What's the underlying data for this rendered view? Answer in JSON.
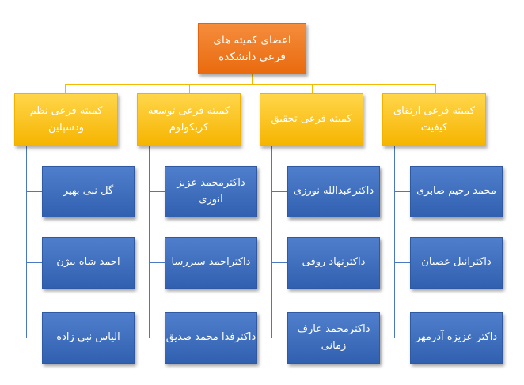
{
  "root": {
    "title": "اعضای کمیته های فرعی دانشکده"
  },
  "committees": [
    {
      "title": "کمیته فرعی نظم ودسپلین",
      "members": [
        "گل نبی بهیر",
        "احمد شاه بیژن",
        "الیاس نبی زاده"
      ]
    },
    {
      "title": "کمیته فرعی توسعه کریکولوم",
      "members": [
        "داکترمحمد عزیز انوری",
        "داکتراحمد سیررسا",
        "داکترفدا محمد صدیق"
      ]
    },
    {
      "title": "کمیته فرعی تحقیق",
      "members": [
        "داکترعبدالله نورزی",
        "داکترنهاد روفی",
        "داکترمحمد عارف زمانی"
      ]
    },
    {
      "title": "کمیته فرعی ارتقای کیفیت",
      "members": [
        "محمد رحیم صابری",
        "داکترانیل عصیان",
        "داکتر عزیزه آذرمهر"
      ]
    }
  ],
  "colors": {
    "root": "#ED7D31",
    "committee": "#FFC000",
    "member": "#4472C4",
    "text": "#FFFFFF"
  }
}
